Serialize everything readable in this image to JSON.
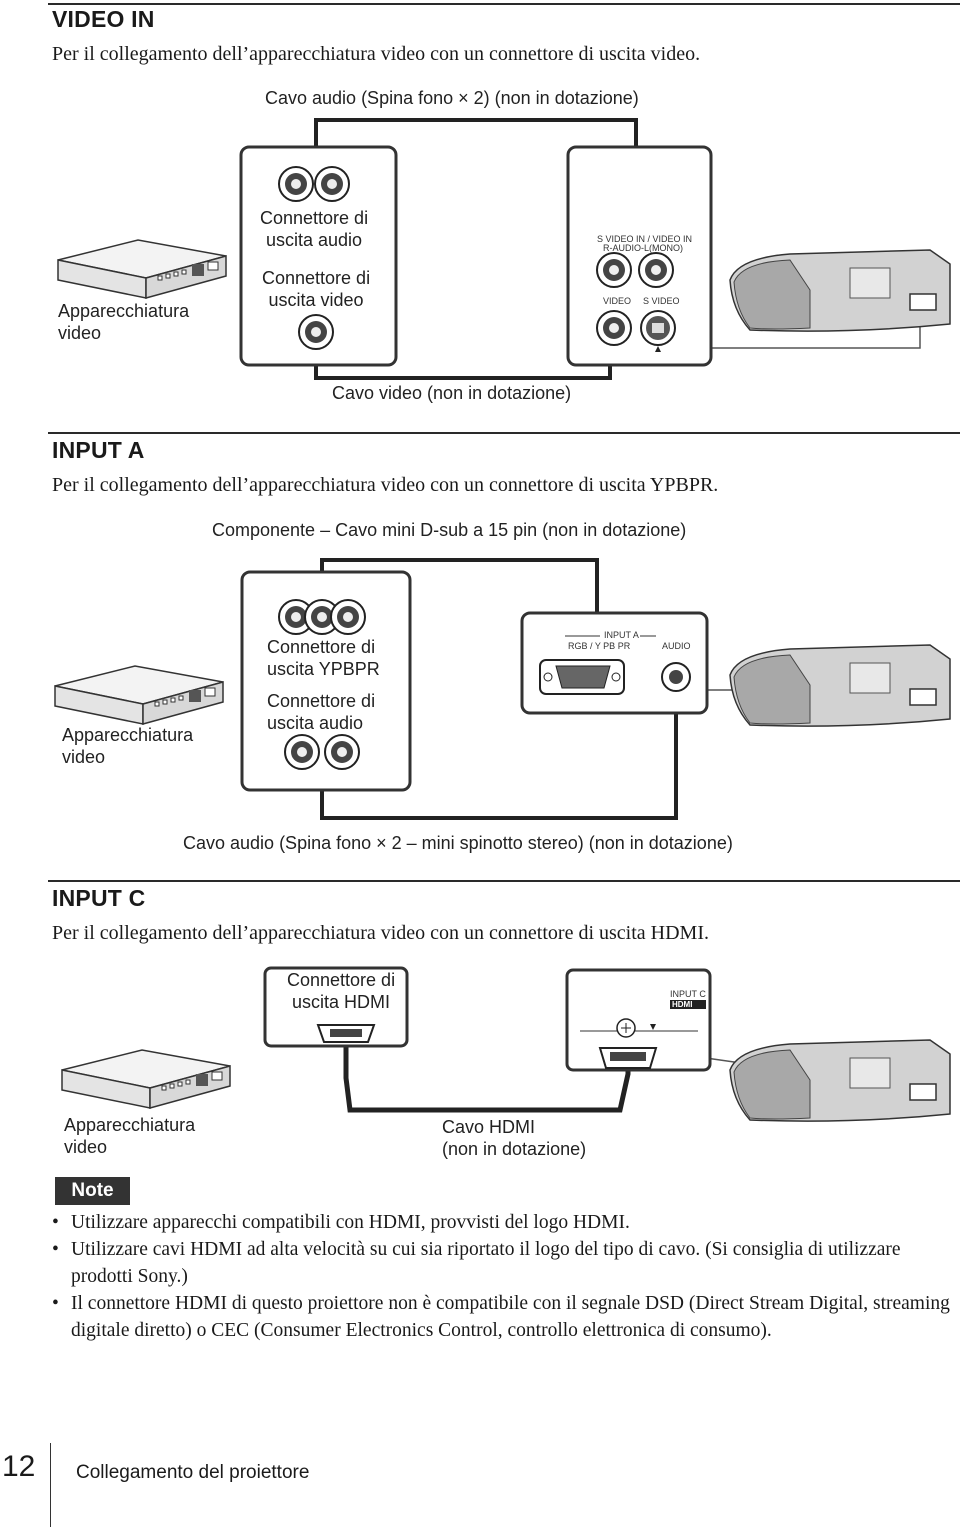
{
  "sections": {
    "video_in": {
      "heading": "VIDEO IN",
      "description": "Per il collegamento dell’apparecchiatura video con un connettore di uscita video.",
      "cable_top": "Cavo audio (Spina fono × 2) (non in dotazione)",
      "audio_out": "Connettore di\nuscita audio",
      "video_out": "Connettore di\nuscita video",
      "device": "Apparecchiatura\nvideo",
      "cable_bottom": "Cavo video (non in dotazione)",
      "panel_top": "S VIDEO IN / VIDEO IN",
      "panel_mid": "R-AUDIO-L(MONO)",
      "panel_video": "VIDEO",
      "panel_svideo": "S VIDEO"
    },
    "input_a": {
      "heading": "INPUT A",
      "description": "Per il collegamento dell’apparecchiatura video con un connettore di uscita YPBPR.",
      "cable_top": "Componente – Cavo mini D-sub a 15 pin (non in dotazione)",
      "ypbpr_out": "Connettore di\nuscita YPBPR",
      "audio_out": "Connettore di\nuscita audio",
      "device": "Apparecchiatura\nvideo",
      "cable_bottom": "Cavo audio (Spina fono × 2 – mini spinotto stereo) (non in dotazione)",
      "panel_title": "INPUT A",
      "panel_rgb": "RGB / Y PB PR",
      "panel_audio": "AUDIO"
    },
    "input_c": {
      "heading": "INPUT C",
      "description": "Per il collegamento dell’apparecchiatura video con un connettore di uscita HDMI.",
      "hdmi_out": "Connettore di\nuscita HDMI",
      "device": "Apparecchiatura\nvideo",
      "cable": "Cavo HDMI\n(non in dotazione)",
      "panel_title": "INPUT C",
      "panel_logo": "HDMI"
    }
  },
  "note": {
    "label": "Note",
    "items": [
      "Utilizzare apparecchi compatibili con HDMI, provvisti del logo HDMI.",
      "Utilizzare cavi HDMI ad alta velocità su cui sia riportato il logo del tipo di cavo. (Si consiglia di utilizzare prodotti Sony.)",
      "Il connettore HDMI di questo proiettore non è compatibile con il segnale DSD (Direct Stream Digital, streaming digitale diretto) o CEC (Consumer Electronics Control, controllo elettronica di consumo)."
    ]
  },
  "footer": {
    "page_number": "12",
    "chapter": "Collegamento del proiettore"
  }
}
